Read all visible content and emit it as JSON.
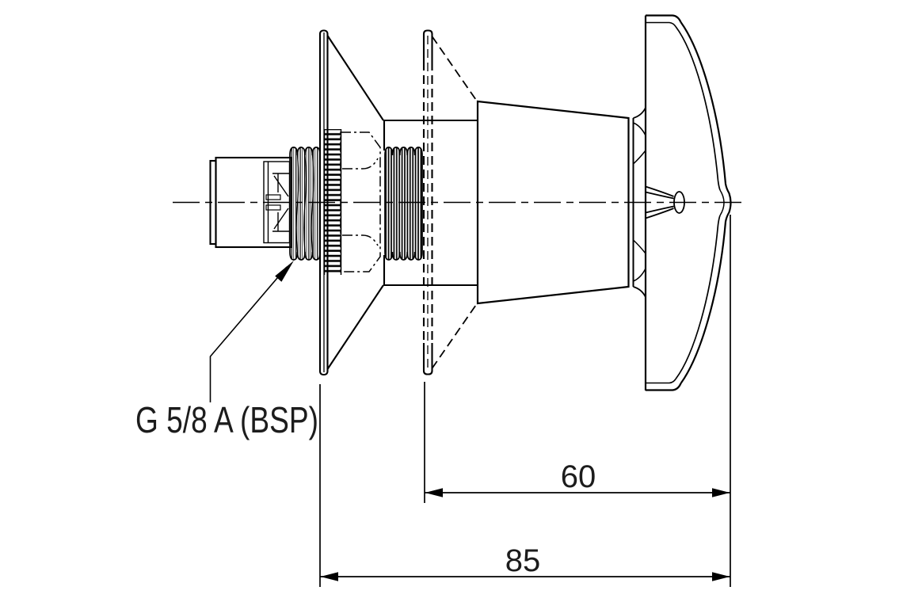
{
  "drawing": {
    "background": "#ffffff",
    "line_color": "#000000",
    "text_color": "#1c1c1c",
    "callout": {
      "thread_label": "G 5/8 A (BSP)"
    },
    "dimensions": {
      "dim_60": "60",
      "dim_85": "85"
    }
  }
}
